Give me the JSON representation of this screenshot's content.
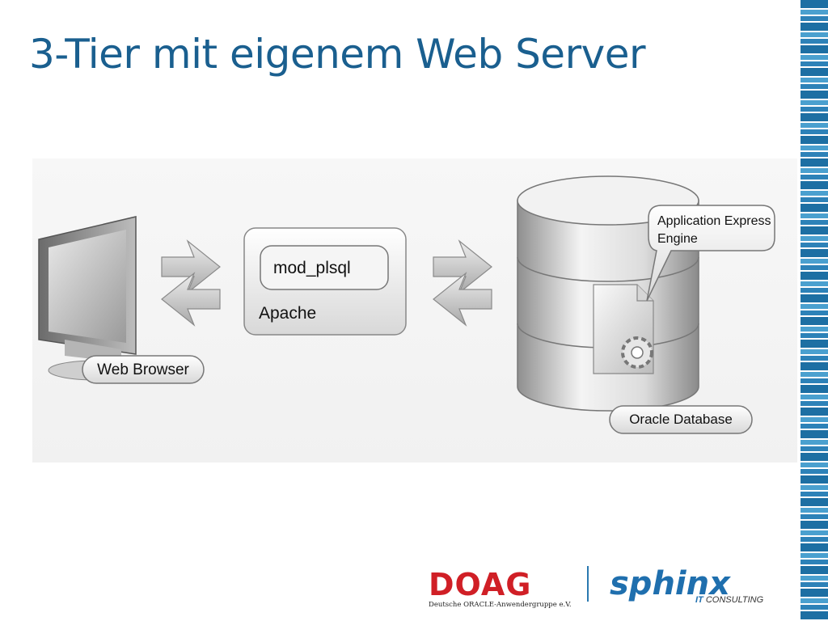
{
  "slide": {
    "title": "3-Tier mit eigenem Web Server"
  },
  "diagram": {
    "web_browser_label": "Web Browser",
    "mod_plsql_label": "mod_plsql",
    "apache_label": "Apache",
    "apex_label_line1": "Application Express",
    "apex_label_line2": "Engine",
    "oracle_db_label": "Oracle Database"
  },
  "footer": {
    "doag_logo_text": "DOAG",
    "doag_subtitle": "Deutsche ORACLE-Anwendergruppe e.V.",
    "sphinx_logo_text": "sphinx",
    "sphinx_sub_it": "IT",
    "sphinx_sub_consulting": "CONSULTING"
  },
  "colors": {
    "title": "#1a5f8f",
    "stripe": "#1d6fa3",
    "doag_red": "#d01f26",
    "sphinx_blue": "#1f6fae"
  }
}
